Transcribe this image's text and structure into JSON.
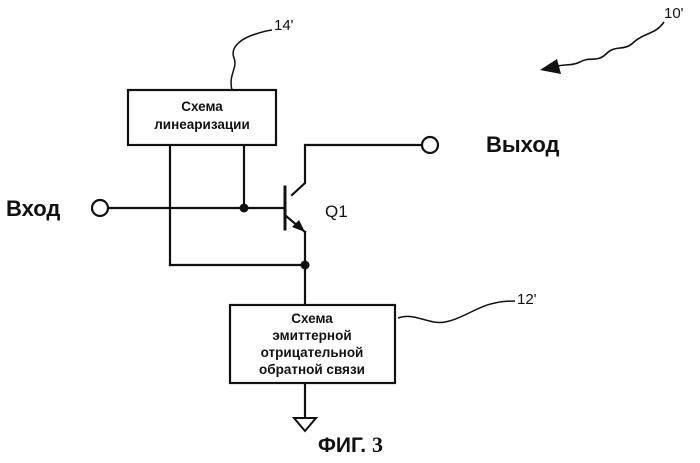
{
  "figure": {
    "input_label": "Вход",
    "output_label": "Выход",
    "transistor_label": "Q1",
    "linearization_block": {
      "line1": "Схема",
      "line2": "линеаризации",
      "ref": "14'"
    },
    "feedback_block": {
      "line1": "Схема",
      "line2": "эмиттерной",
      "line3": "отрицательной",
      "line4": "обратной связи",
      "ref": "12'"
    },
    "device_ref": "10'",
    "caption_word": "ФИГ.",
    "caption_number": "3"
  }
}
